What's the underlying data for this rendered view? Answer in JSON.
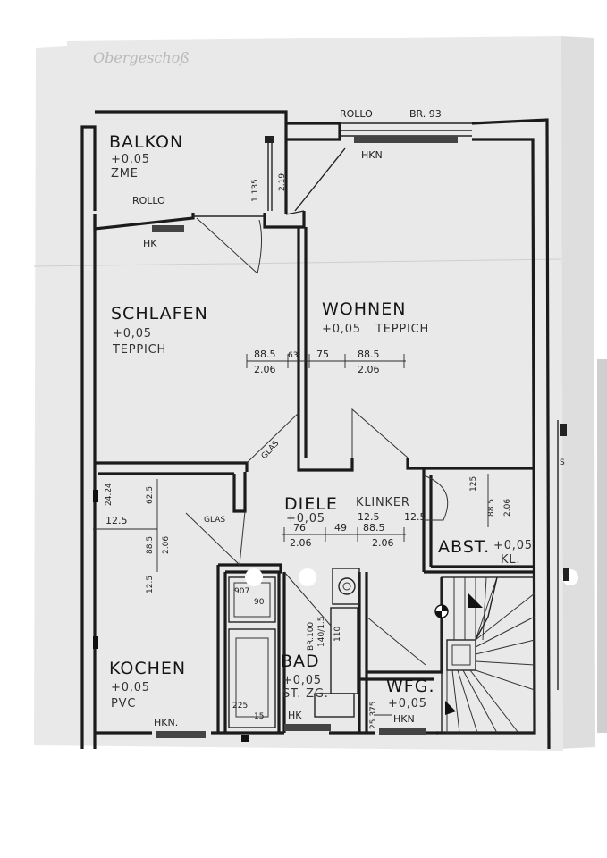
{
  "handwritten_note": "Obergeschoß",
  "rooms": {
    "balkon": {
      "name": "BALKON",
      "level": "+0,05",
      "finish": "ZME"
    },
    "schlafen": {
      "name": "SCHLAFEN",
      "level": "+0,05",
      "finish": "TEPPICH"
    },
    "wohnen": {
      "name": "WOHNEN",
      "level": "+0,05",
      "finish": "TEPPICH"
    },
    "diele": {
      "name": "DIELE",
      "level": "+0,05",
      "finish": "KLINKER"
    },
    "abst": {
      "name": "ABST.",
      "level": "+0,05",
      "finish": "KL."
    },
    "kochen": {
      "name": "KOCHEN",
      "level": "+0,05",
      "finish": "PVC"
    },
    "bad": {
      "name": "BAD",
      "level": "+0,05",
      "finish": "ST. ZG."
    },
    "wfg": {
      "name": "WFG.",
      "level": "+0,05"
    }
  },
  "labels": {
    "rollo_top": "ROLLO",
    "br_93": "BR. 93",
    "rollo_balkon": "ROLLO",
    "hkn_wohnen": "HKN",
    "hk_schlafen": "HK",
    "hkn_kochen": "HKN.",
    "hk_bad": "HK",
    "hkn_wfg": "HKN",
    "glas_diele": "GLAS",
    "glas_kochen": "GLAS",
    "br100": "BR.100",
    "bath_140": "140/1.5",
    "bath_110": "110",
    "tray_907": "907",
    "tray_90": "90"
  },
  "dimensions": {
    "balkon_1135": "1.135",
    "balkon_219": "2.19",
    "d_885_a": "88.5",
    "d_63": "63",
    "d_206_a": "2.06",
    "d_75": "75",
    "d_885_b": "88.5",
    "d_206_b": "2.06",
    "d_2424": "24.24",
    "d_625": "62.5",
    "d_125_k": "12.5",
    "d_885_k": "88.5",
    "d_206_k": "2.06",
    "d_125_k2": "12.5",
    "d_125_dl": "12.5",
    "d_125_dr": "12.5",
    "d_76": "76",
    "d_49": "49",
    "d_885_d": "88.5",
    "d_206_d1": "2.06",
    "d_206_d2": "2.06",
    "d_125_a": "125",
    "d_885_a2": "88.5",
    "d_206_a2": "2.06",
    "d_225": "225",
    "d_15": "15",
    "d_25375": "25.375"
  }
}
